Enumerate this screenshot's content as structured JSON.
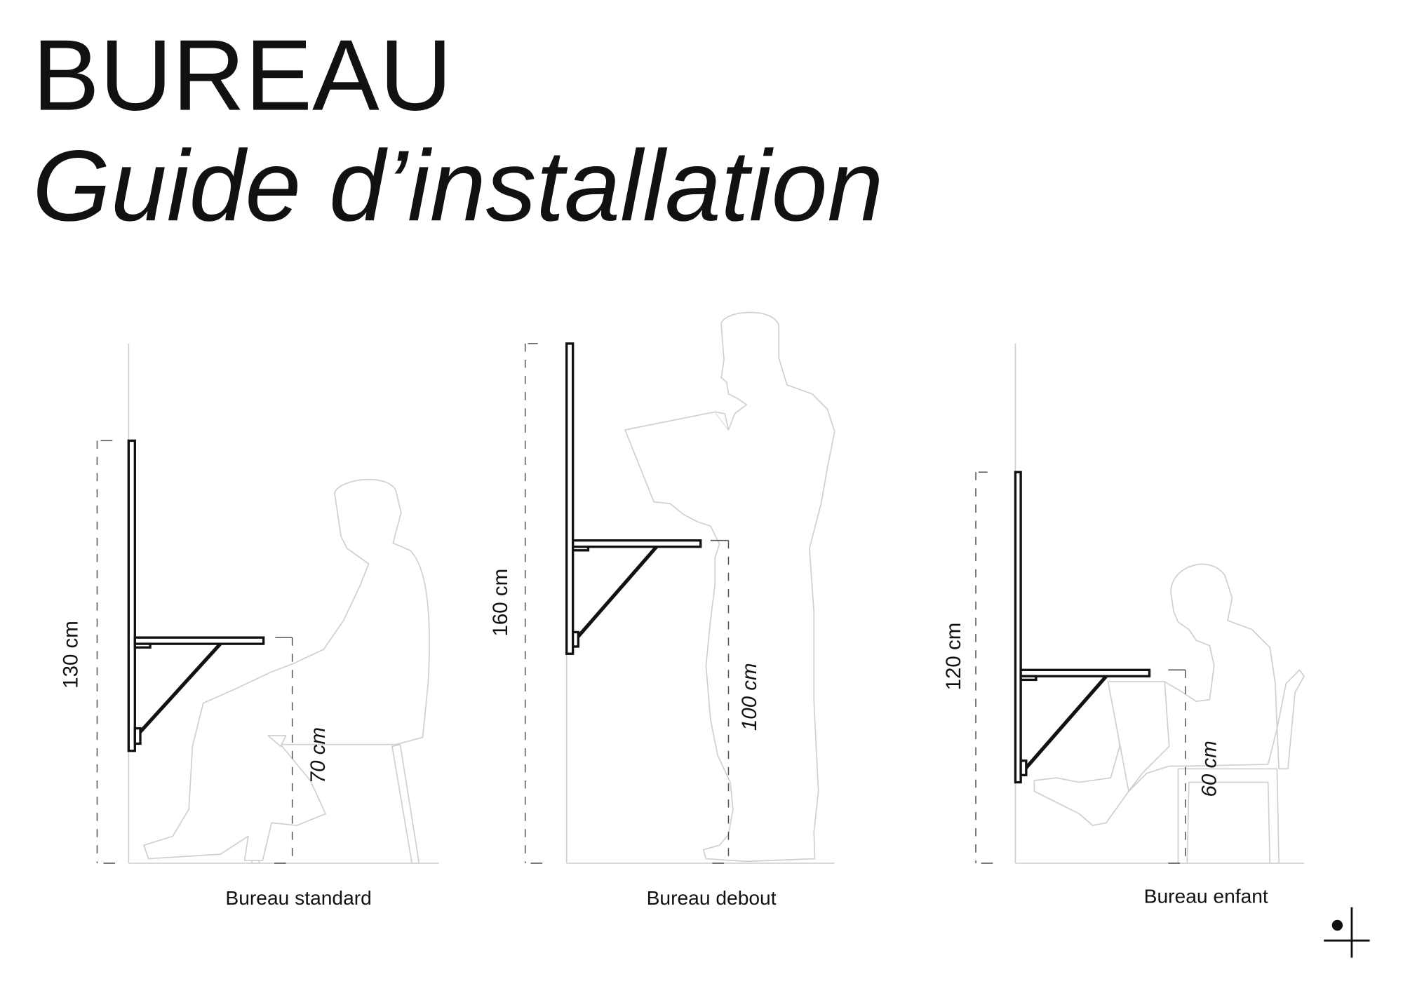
{
  "header": {
    "title": "BUREAU",
    "subtitle": "Guide d’installation"
  },
  "diagrams": [
    {
      "caption": "Bureau standard",
      "panel_height": "130 cm",
      "desk_height": "70 cm"
    },
    {
      "caption": "Bureau debout",
      "panel_height": "160 cm",
      "desk_height": "100 cm"
    },
    {
      "caption": "Bureau enfant",
      "panel_height": "120 cm",
      "desk_height": "60 cm"
    }
  ],
  "logo": {
    "icon": "dot-cross-logo-icon"
  }
}
